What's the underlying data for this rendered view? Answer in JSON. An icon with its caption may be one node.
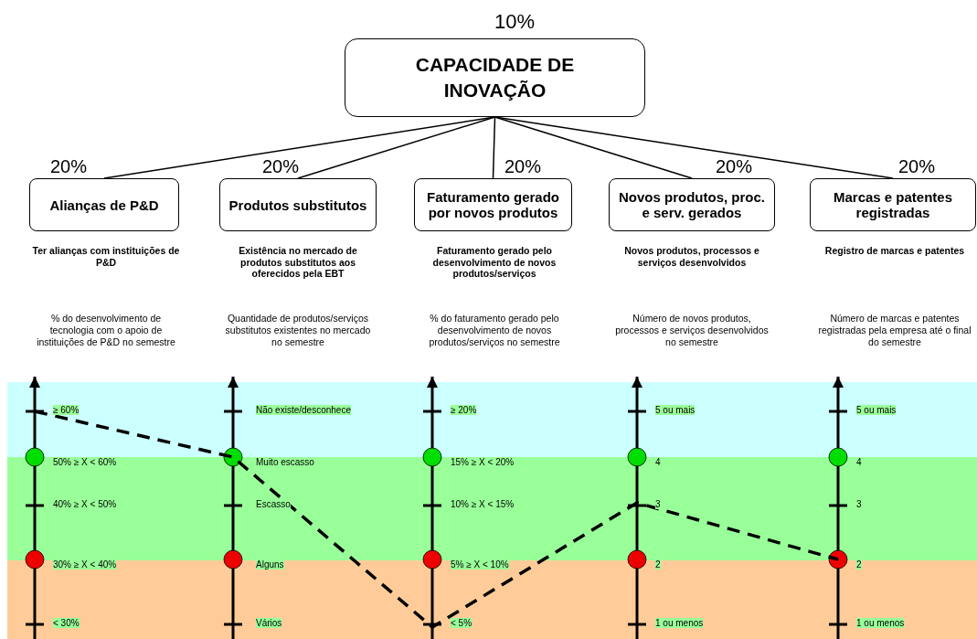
{
  "diagram": {
    "nodes": [
      {
        "text": [
          "CAPACIDADE DE INOVAÇÃO"
        ],
        "beside": [
          "10%"
        ]
      },
      {
        "text": [
          "Alianças de P&D"
        ],
        "beside": [
          "20%"
        ]
      },
      {
        "text": [
          "Produtos substitutos"
        ],
        "beside": [
          "20%"
        ]
      },
      {
        "text": [
          "Faturamento gerado por novos produtos"
        ],
        "beside": [
          "20%"
        ]
      },
      {
        "text": [
          "Novos produtos, proc. e serv. gerados"
        ],
        "beside": [
          "20%"
        ]
      },
      {
        "text": [
          "Marcas e patentes registradas"
        ],
        "beside": [
          "20%"
        ]
      }
    ],
    "edges": [
      {
        "from": 0,
        "to": 1,
        "arrow": "none"
      },
      {
        "from": 0,
        "to": 2,
        "arrow": "none"
      },
      {
        "from": 0,
        "to": 3,
        "arrow": "none"
      },
      {
        "from": 0,
        "to": 4,
        "arrow": "none"
      },
      {
        "from": 0,
        "to": 5,
        "arrow": "none"
      }
    ],
    "labels": [
      "Ter alianças com instituições de P&D",
      "Existência no mercado de produtos substitutos aos oferecidos pela EBT",
      "Faturamento gerado pelo desenvolvimento de novos produtos/serviços",
      "Novos produtos, processos e serviços desenvolvidos",
      "Registro de marcas e patentes",
      "% do desenvolvimento de tecnologia com o apoio de instituições de P&D no semestre",
      "Quantidade de produtos/serviços substitutos existentes no mercado no semestre",
      "% do faturamento gerado pelo desenvolvimento de novos produtos/serviços no semestre",
      "Número de novos produtos, processos e serviços desenvolvidos no semestre",
      "Número de marcas e patentes registradas pela empresa até o final do semestre",
      "≥ 60%",
      "Não existe/desconhece",
      "≥ 20%",
      "5 ou mais",
      "5 ou mais",
      "50% ≥ X < 60%",
      "Muito escasso",
      "15% ≥ X < 20%",
      "4",
      "4",
      "40% ≥ X < 50%",
      "Escasso",
      "10% ≥ X < 15%",
      "3",
      "3",
      "30% ≥ X < 40%",
      "Alguns",
      "5% ≥ X < 10%",
      "2",
      "2",
      "< 30%",
      "Vários",
      "< 5%",
      "1 ou menos",
      "1 ou menos"
    ]
  }
}
